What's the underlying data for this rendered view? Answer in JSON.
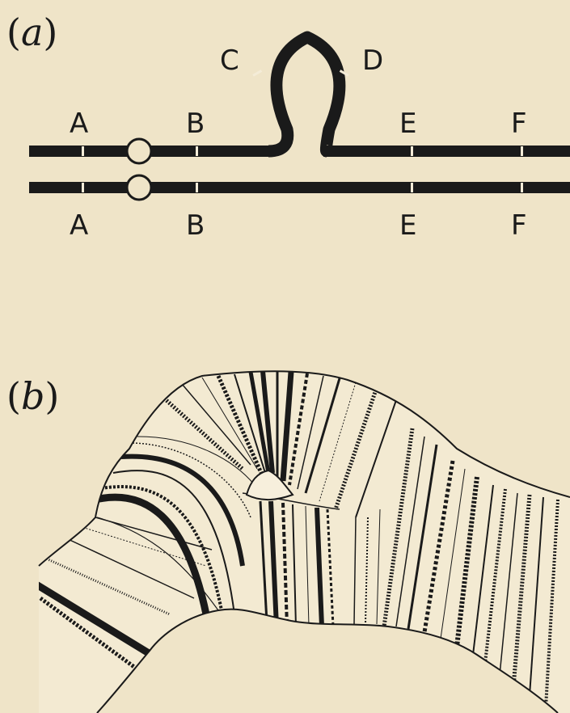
{
  "panel_a": {
    "label_open": "(",
    "label_letter": "a",
    "label_close": ")",
    "top_chromosome": {
      "loci": [
        "A",
        "B",
        "C",
        "D",
        "E",
        "F"
      ]
    },
    "bottom_chromosome": {
      "loci": [
        "A",
        "B",
        "E",
        "F"
      ]
    }
  },
  "panel_b": {
    "label_open": "(",
    "label_letter": "b",
    "label_close": ")"
  },
  "colors": {
    "background": "#efe4c8",
    "ink": "#1a1a1a",
    "band_light": "#f4ecd8"
  }
}
